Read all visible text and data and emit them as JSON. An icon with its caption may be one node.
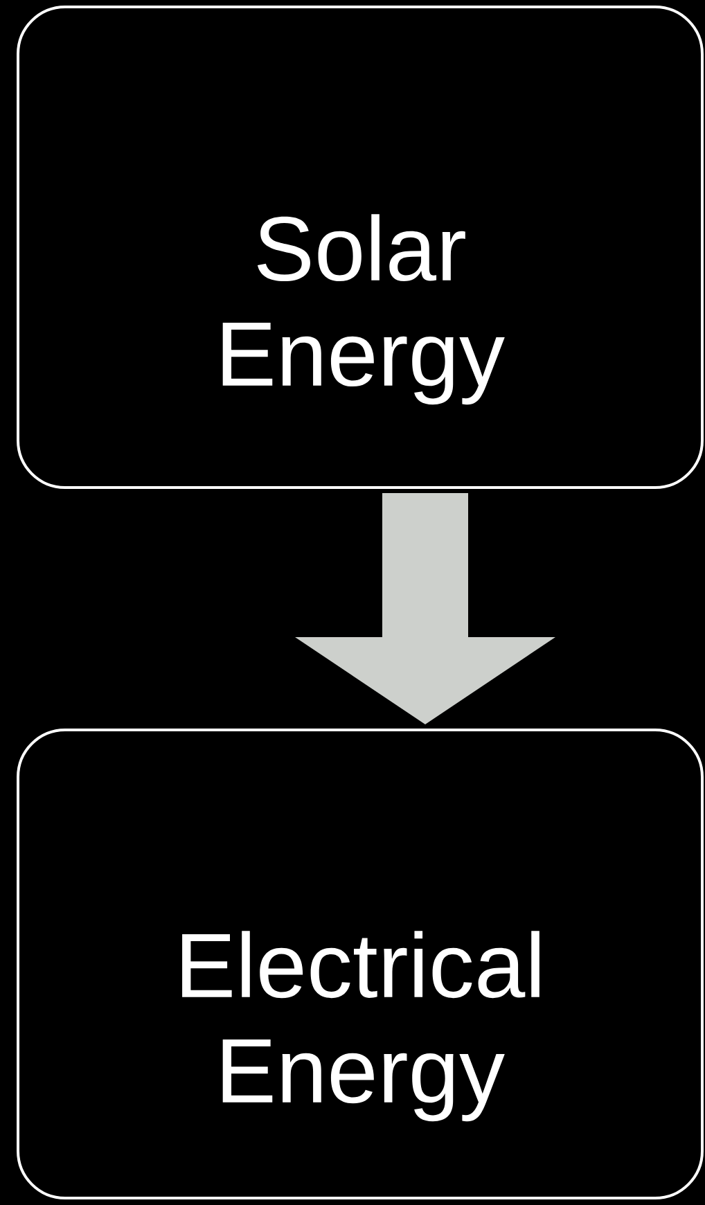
{
  "diagram": {
    "nodes": [
      {
        "text": [
          "Solar Energy"
        ]
      },
      {
        "text": [
          "Electrical Energy"
        ]
      }
    ],
    "edges": [
      {
        "from": 0,
        "to": 1,
        "arrow": "to",
        "style": "thick",
        "color": "#cdd0cc"
      }
    ]
  }
}
